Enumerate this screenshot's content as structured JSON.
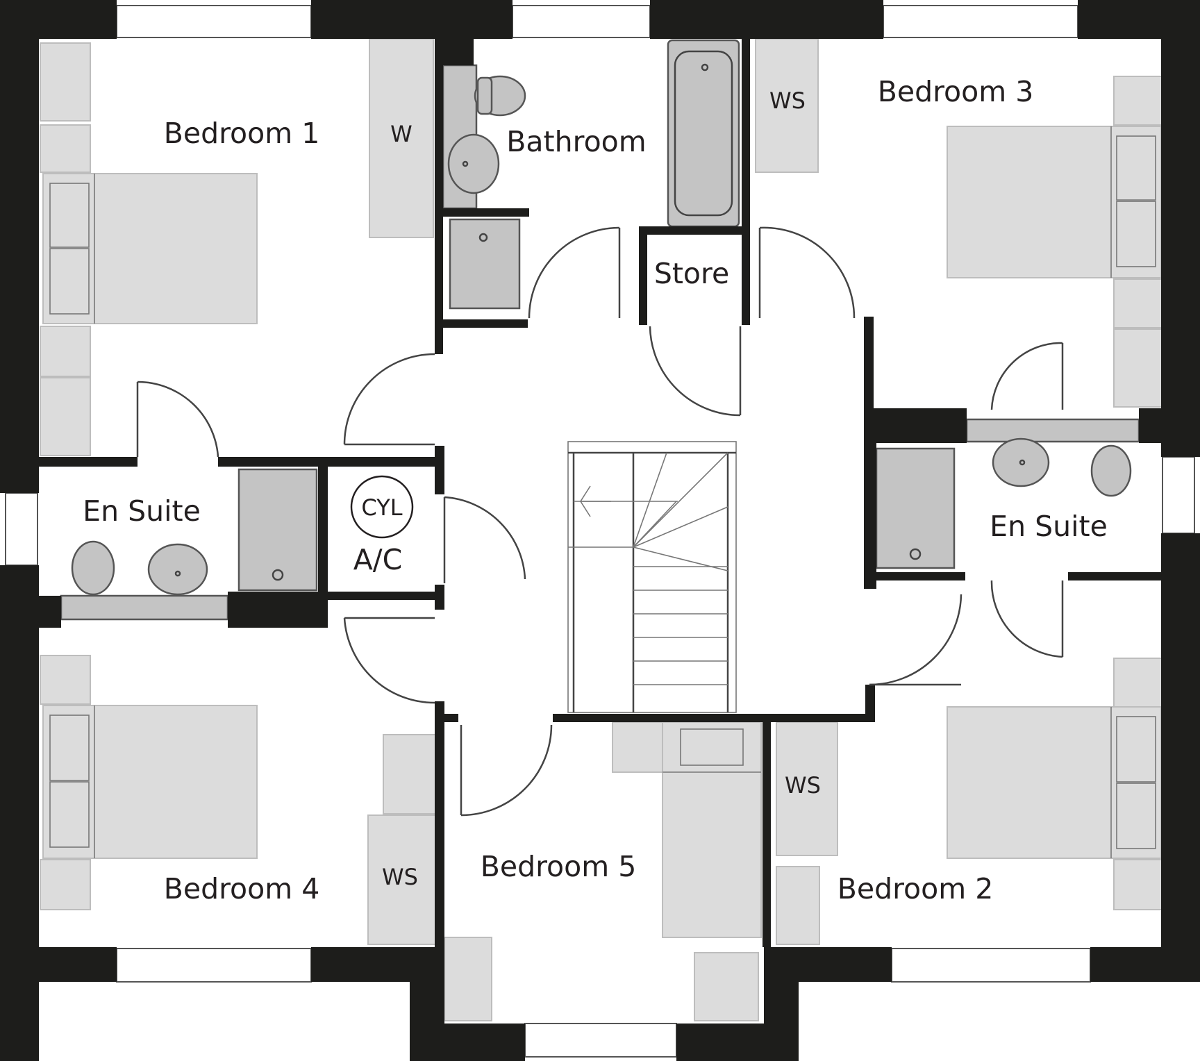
{
  "rooms": {
    "bedroom_1": "Bedroom 1",
    "bathroom": "Bathroom",
    "bedroom_3": "Bedroom 3",
    "store": "Store",
    "en_suite_left": "En Suite",
    "en_suite_right": "En Suite",
    "cylinder": "CYL",
    "airing_cupboard": "A/C",
    "bedroom_4": "Bedroom 4",
    "bedroom_5": "Bedroom 5",
    "bedroom_2": "Bedroom 2"
  },
  "fittings": {
    "wardrobe": "W",
    "wardrobe_store_bed3": "WS",
    "wardrobe_store_bed4": "WS",
    "wardrobe_store_bed2": "WS"
  }
}
